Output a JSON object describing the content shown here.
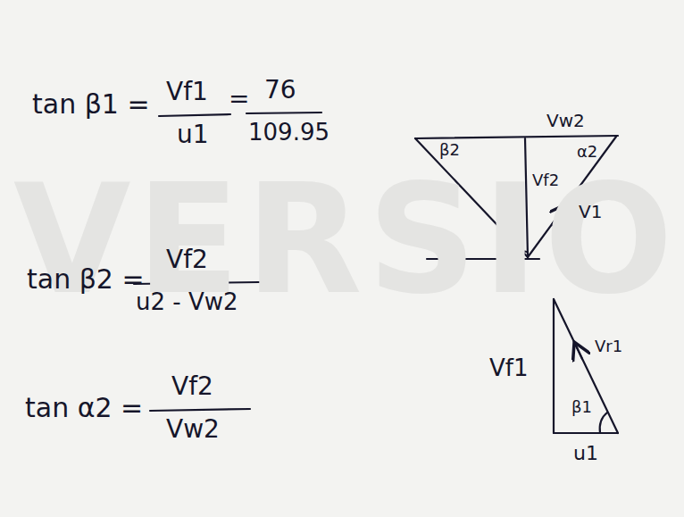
{
  "diagram": {
    "labels": [
      "VERSIO",
      "tan β1 =",
      "Vf1",
      "u1",
      "=",
      "76",
      "109.95",
      "tan β2 =",
      "Vf2",
      "u2 - Vw2",
      "tan α2 =",
      "Vf2",
      "Vw2",
      "Vw2",
      "β2",
      "Vf2",
      "α2",
      "V1",
      "Vf1",
      "Vr1",
      "β1",
      "u1"
    ]
  }
}
